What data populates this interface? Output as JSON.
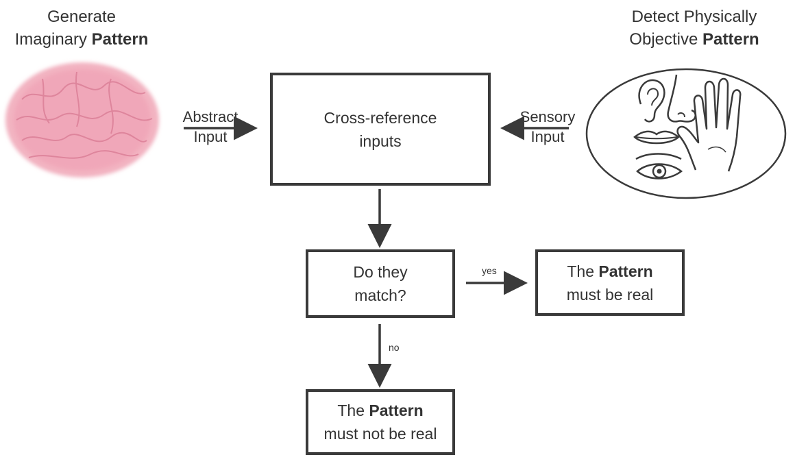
{
  "left_heading": {
    "line1": "Generate",
    "line2_prefix": "Imaginary ",
    "line2_bold": "Pattern"
  },
  "right_heading": {
    "line1": "Detect Physically",
    "line2_prefix": "Objective ",
    "line2_bold": "Pattern"
  },
  "abstract_input": {
    "line1": "Abstract",
    "line2": "Input"
  },
  "sensory_input": {
    "line1": "Sensory",
    "line2": "Input"
  },
  "cross_reference_box": {
    "line1": "Cross-reference",
    "line2": "inputs"
  },
  "match_box": {
    "line1": "Do they",
    "line2": "match?"
  },
  "yes_label": "yes",
  "no_label": "no",
  "real_box": {
    "line1_prefix": "The ",
    "line1_bold": "Pattern",
    "line2": "must be real"
  },
  "not_real_box": {
    "line1_prefix": "The ",
    "line1_bold": "Pattern",
    "line2": "must not be real"
  },
  "icons": [
    "brain-icon",
    "ear-icon",
    "nose-icon",
    "lips-icon",
    "eye-icon",
    "hand-icon"
  ],
  "colors": {
    "brain": "#f0a7b9",
    "stroke": "#3a3a3a",
    "text": "#333333"
  }
}
